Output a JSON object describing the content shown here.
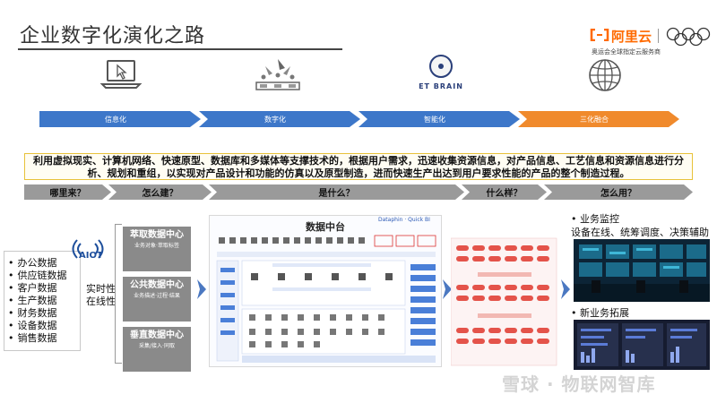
{
  "header": {
    "title": "企业数字化演化之路",
    "brand_name": "阿里云",
    "brand_sub": "奥运会全球指定云服务商"
  },
  "stages": [
    {
      "label": "信息化",
      "icon": "laptop-cursor-icon",
      "color": "#3d77c9"
    },
    {
      "label": "数字化",
      "icon": "robot-arm-factory-icon",
      "color": "#3d77c9"
    },
    {
      "label": "智能化",
      "icon": "et-brain-icon",
      "color": "#3d77c9"
    },
    {
      "label": "三化融合",
      "icon": "globe-icon",
      "color": "#f08a2c"
    }
  ],
  "et_brain_label": "ET BRAIN",
  "definition": "利用虚拟现实、计算机网络、快速原型、数据库和多媒体等支撑技术的，根据用户需求，迅速收集资源信息，对产品信息、工艺信息和资源信息进行分析、规划和重组，以实现对产品设计和功能的仿真以及原型制造，进而快速生产出达到用户要求性能的产品的整个制造过程。",
  "questions": [
    "哪里来？",
    "怎么建？",
    "是什么？",
    "什么样？",
    "怎么用？"
  ],
  "sources": [
    "办公数据",
    "供应链数据",
    "客户数据",
    "生产数据",
    "财务数据",
    "设备数据",
    "销售数据"
  ],
  "aiot_label": "AIOT",
  "realtime_label": [
    "实时性",
    "在线性"
  ],
  "mid_panels": [
    {
      "title": "萃取数据中心",
      "sub": "业务对象·萃取标签"
    },
    {
      "title": "公共数据中心",
      "sub": "业务描述·过程·结果"
    },
    {
      "title": "垂直数据中心",
      "sub": "采集/接入·同取"
    }
  ],
  "platform": {
    "title": "数据中台",
    "logos": "Dataphin · Quick BI"
  },
  "right": {
    "monitor_title": "业务监控",
    "monitor_desc": "设备在线、统筹调度、决策辅助",
    "expand_title": "新业务拓展"
  },
  "watermark": "雪球 · 物联网智库",
  "colors": {
    "stage_blue": "#3d77c9",
    "stage_orange": "#f08a2c",
    "question_gray": "#9a9a9a",
    "panel_gray": "#8a8a8a"
  }
}
